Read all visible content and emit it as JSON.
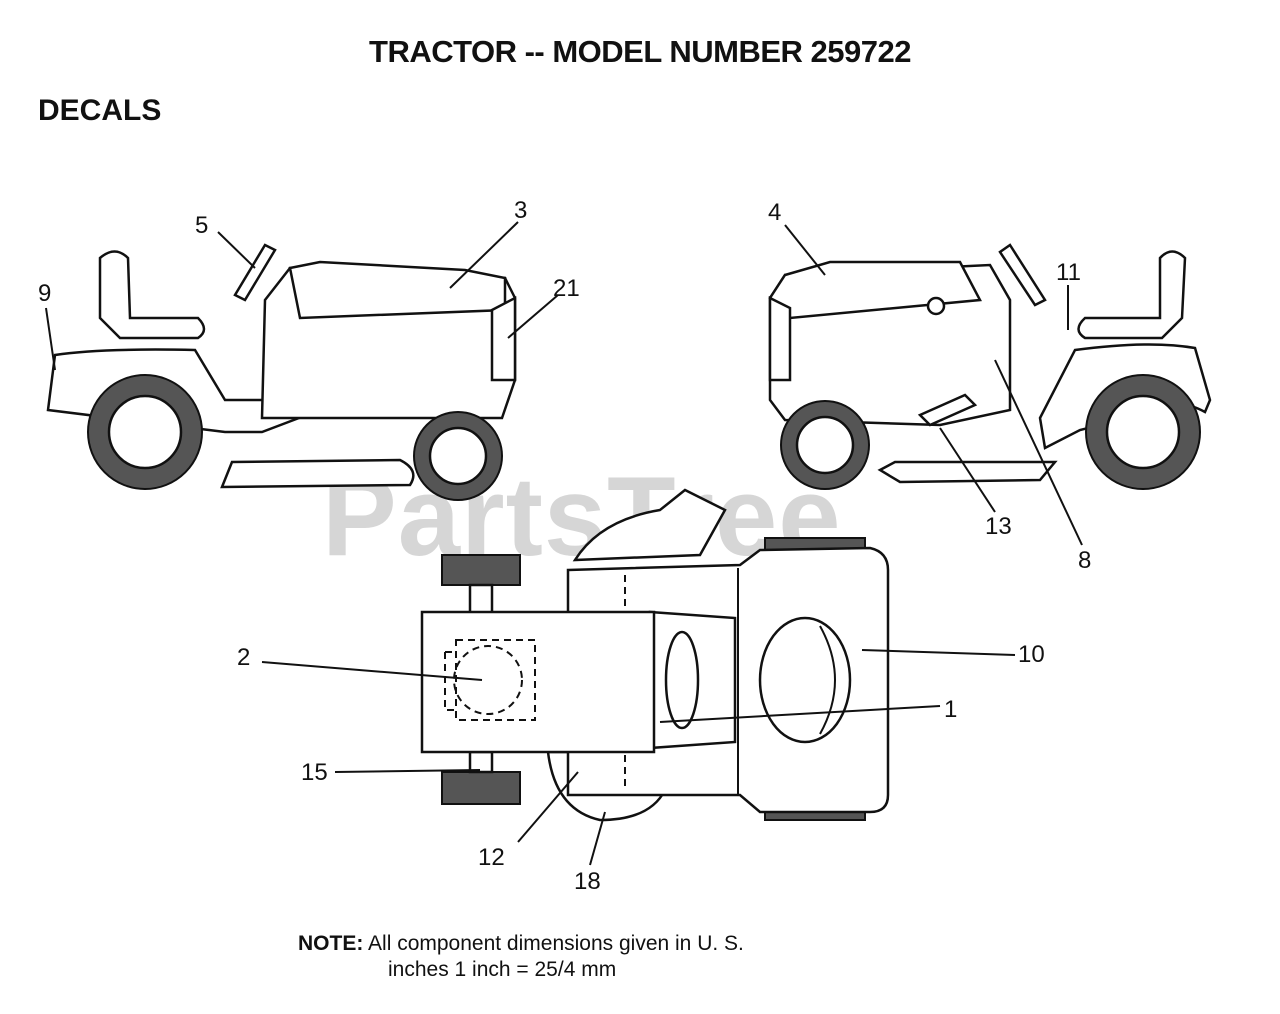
{
  "header": {
    "title": "TRACTOR -- MODEL NUMBER 259722",
    "section": "DECALS"
  },
  "watermark": {
    "text": "PartsTree",
    "mark": "TM"
  },
  "callouts": [
    {
      "id": "c5",
      "label": "5"
    },
    {
      "id": "c3",
      "label": "3"
    },
    {
      "id": "c9",
      "label": "9"
    },
    {
      "id": "c21",
      "label": "21"
    },
    {
      "id": "c4",
      "label": "4"
    },
    {
      "id": "c11",
      "label": "11"
    },
    {
      "id": "c13",
      "label": "13"
    },
    {
      "id": "c8",
      "label": "8"
    },
    {
      "id": "c2",
      "label": "2"
    },
    {
      "id": "c10",
      "label": "10"
    },
    {
      "id": "c1",
      "label": "1"
    },
    {
      "id": "c15",
      "label": "15"
    },
    {
      "id": "c12",
      "label": "12"
    },
    {
      "id": "c18",
      "label": "18"
    }
  ],
  "note": {
    "label": "NOTE:",
    "line1": "All component dimensions given in U. S.",
    "line2": "inches 1 inch = 25/4 mm"
  }
}
